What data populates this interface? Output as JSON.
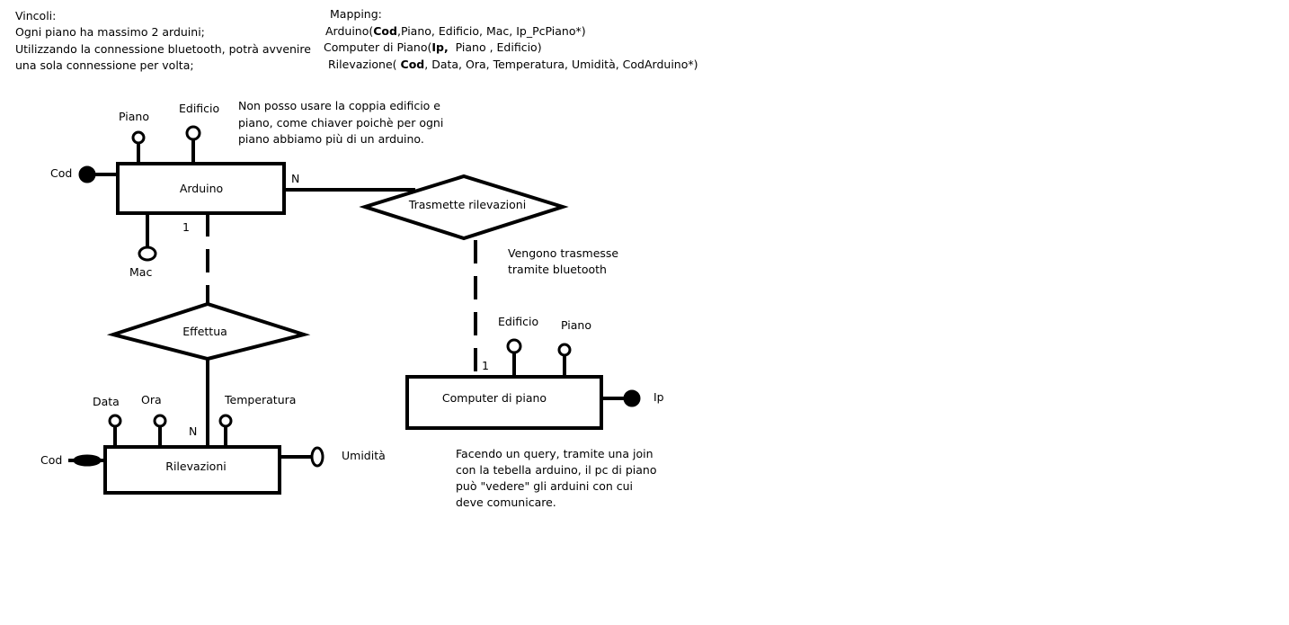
{
  "vincoli": {
    "title": "Vincoli:",
    "lines": [
      "Ogni piano ha massimo 2 arduini;",
      "Utilizzando la connessione bluetooth, potrà avvenire",
      "una sola connessione per volta;"
    ]
  },
  "mapping": {
    "title": "Mapping:",
    "arduino": {
      "name": "Arduino(",
      "key": "Cod",
      "rest": ",Piano, Edificio, Mac,  Ip_PcPiano*)"
    },
    "computer": {
      "name": "Computer di Piano(",
      "key": "Ip,",
      "rest": "  Piano , Edificio)"
    },
    "rilevazione": {
      "name": "Rilevazione(",
      "key": "Cod",
      "rest": ", Data, Ora, Temperatura, Umidità, CodArduino*)"
    }
  },
  "notes": {
    "key_note": [
      "Non posso usare la coppia edificio e",
      "piano, come chiaver poichè per ogni",
      "piano abbiamo più di un arduino."
    ],
    "bluetooth_note": [
      "Vengono trasmesse",
      "tramite bluetooth"
    ],
    "query_note": [
      "Facendo un query, tramite una join",
      "con la tebella arduino, il pc di piano",
      "può \"vedere\" gli arduini con cui",
      "deve comunicare."
    ]
  },
  "entities": {
    "arduino": "Arduino",
    "computer": "Computer di piano",
    "rilevazioni": "Rilevazioni"
  },
  "relationships": {
    "trasmette": "Trasmette rilevazioni",
    "effettua": "Effettua"
  },
  "attributes": {
    "arduino": {
      "piano": "Piano",
      "edificio": "Edificio",
      "cod": "Cod",
      "mac": "Mac"
    },
    "computer": {
      "edificio": "Edificio",
      "piano": "Piano",
      "ip": "Ip"
    },
    "rilevazioni": {
      "data": "Data",
      "ora": "Ora",
      "temperatura": "Temperatura",
      "cod": "Cod",
      "umidita": "Umidità"
    }
  },
  "cardinalities": {
    "arduino_trasmette": "N",
    "arduino_effettua": "1",
    "computer_trasmette": "1",
    "rilevazioni_effettua": "N"
  }
}
